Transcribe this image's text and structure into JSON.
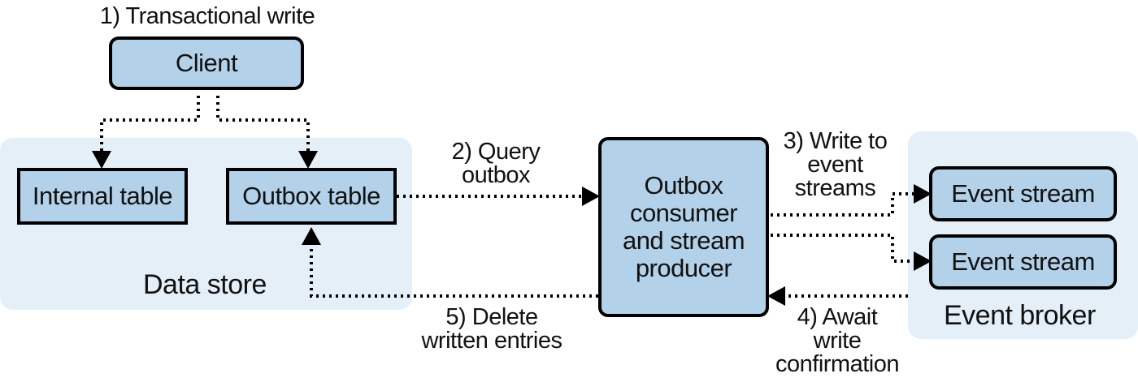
{
  "client": {
    "label": "Client"
  },
  "data_store": {
    "label": "Data store",
    "internal_table": "Internal table",
    "outbox_table": "Outbox table"
  },
  "consumer": {
    "label": "Outbox\nconsumer\nand stream\nproducer"
  },
  "event_broker": {
    "label": "Event broker",
    "streams": [
      "Event stream",
      "Event stream"
    ]
  },
  "steps": {
    "step1": "1) Transactional write",
    "step2": "2) Query\noutbox",
    "step3": "3) Write to\nevent\nstreams",
    "step4": "4) Await\nwrite\nconfirmation",
    "step5": "5) Delete\nwritten entries"
  },
  "colors": {
    "region_fill": "#e4eff8",
    "box_fill": "#b3d2ea",
    "stroke": "#000000"
  }
}
